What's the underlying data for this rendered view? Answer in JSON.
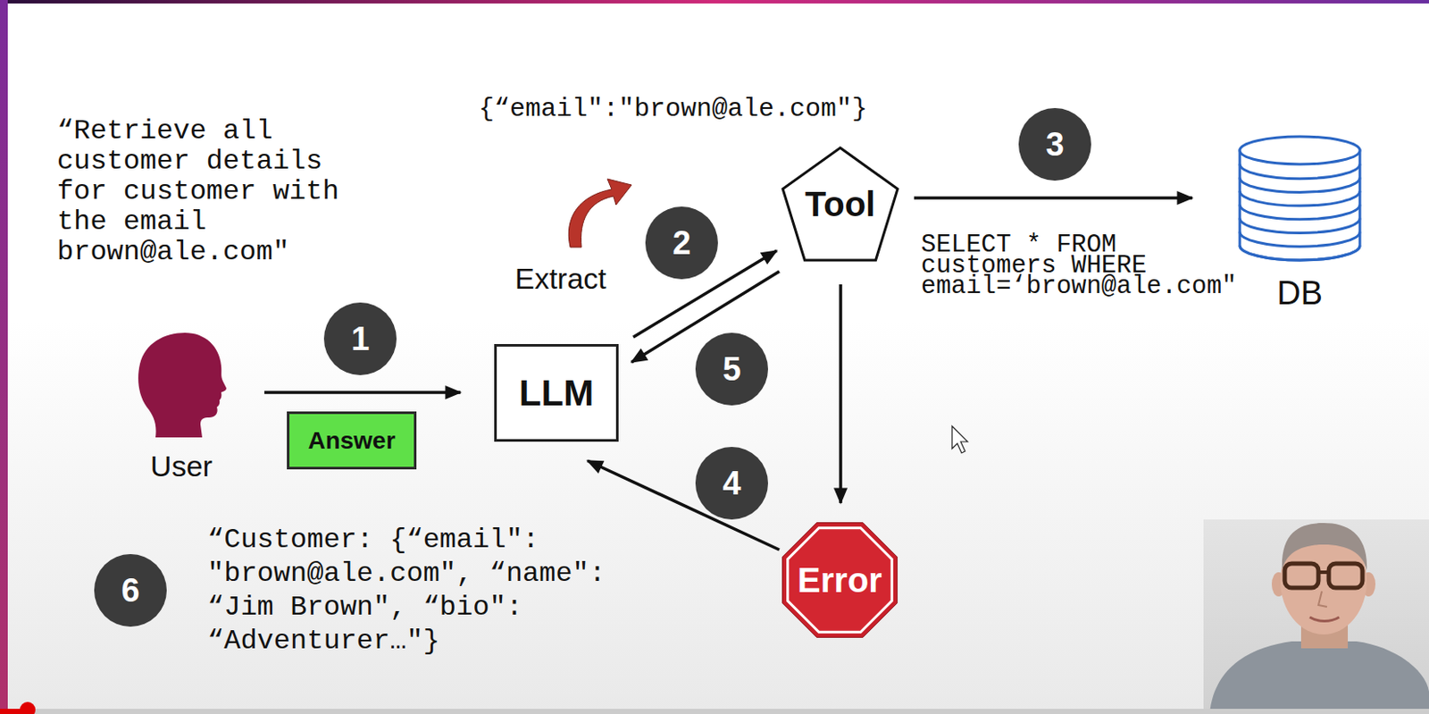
{
  "diagram": {
    "nodes": [
      {
        "text": [
          "User"
        ]
      },
      {
        "text": [
          "Answer"
        ]
      },
      {
        "text": [
          "LLM"
        ]
      },
      {
        "text": [
          "Tool"
        ]
      },
      {
        "text": [
          "DB"
        ]
      },
      {
        "text": [
          "Error"
        ]
      }
    ],
    "edges": [
      {
        "from": 0,
        "to": 2,
        "arrow": "to"
      },
      {
        "from": 2,
        "to": 3,
        "arrow": "to"
      },
      {
        "from": 3,
        "to": 4,
        "arrow": "to"
      },
      {
        "from": 3,
        "to": 5,
        "arrow": "to"
      },
      {
        "from": 5,
        "to": 2,
        "arrow": "to"
      },
      {
        "from": 3,
        "to": 2,
        "arrow": "to"
      }
    ],
    "labels": [
      "“Retrieve all customer details for customer with the email brown@ale.com\"",
      "1",
      "{“email\":\"brown@ale.com\"}",
      "Extract",
      "2",
      "3",
      "SELECT * FROM customers WHERE email=‘brown@ale.com\"",
      "5",
      "4",
      "6",
      "“Customer: {“email\": \"brown@ale.com\", “name\": “Jim Brown\", “bio\": “Adventurer…\"}"
    ]
  }
}
